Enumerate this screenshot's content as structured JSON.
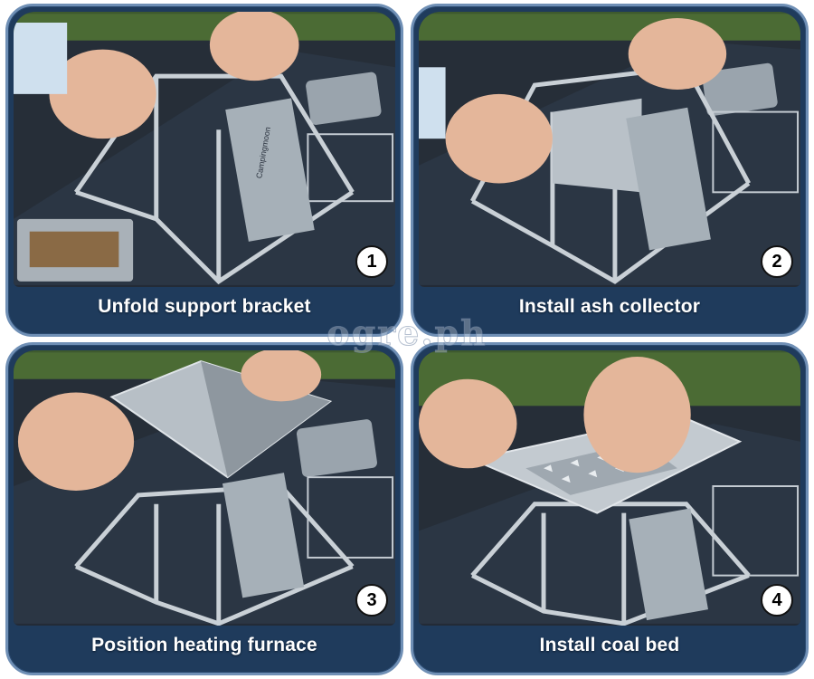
{
  "steps": [
    {
      "number": "1",
      "caption": "Unfold support bracket"
    },
    {
      "number": "2",
      "caption": "Install ash collector"
    },
    {
      "number": "3",
      "caption": "Position heating furnace"
    },
    {
      "number": "4",
      "caption": "Install coal bed"
    }
  ],
  "product_logo_text": "Campingmoon",
  "watermark": "ogre.ph",
  "colors": {
    "panel": "#1f3b5c",
    "panel_border": "#6f8fb5",
    "caption_text": "#ffffff",
    "badge_bg": "#ffffff"
  }
}
